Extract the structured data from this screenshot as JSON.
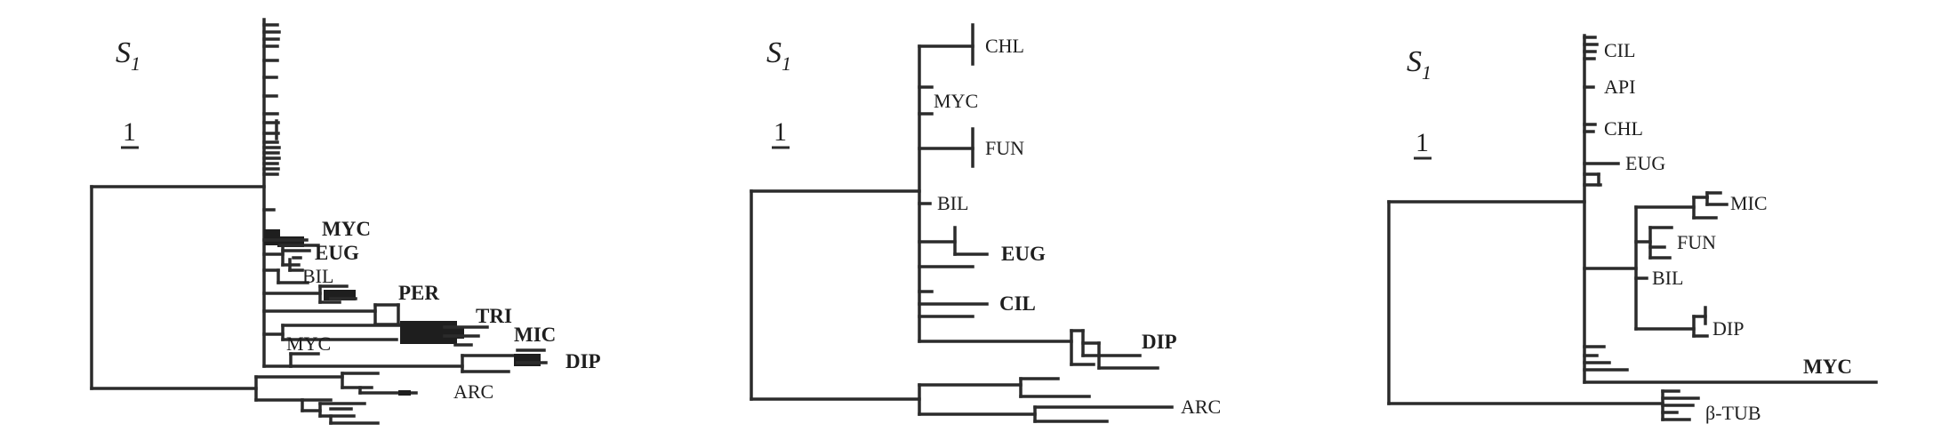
{
  "panels": [
    {
      "title_main": "S",
      "title_sub": "1",
      "scale": "1",
      "labels": [
        "MYC",
        "EUG",
        "BIL",
        "PER",
        "TRI",
        "MIC",
        "MYC",
        "DIP",
        "ARC"
      ]
    },
    {
      "title_main": "S",
      "title_sub": "1",
      "scale": "1",
      "labels": [
        "CHL",
        "MYC",
        "FUN",
        "BIL",
        "EUG",
        "CIL",
        "DIP",
        "ARC"
      ]
    },
    {
      "title_main": "S",
      "title_sub": "1",
      "scale": "1",
      "labels": [
        "CIL",
        "API",
        "CHL",
        "EUG",
        "MIC",
        "FUN",
        "BIL",
        "DIP",
        "MYC",
        "β-TUB"
      ]
    }
  ]
}
